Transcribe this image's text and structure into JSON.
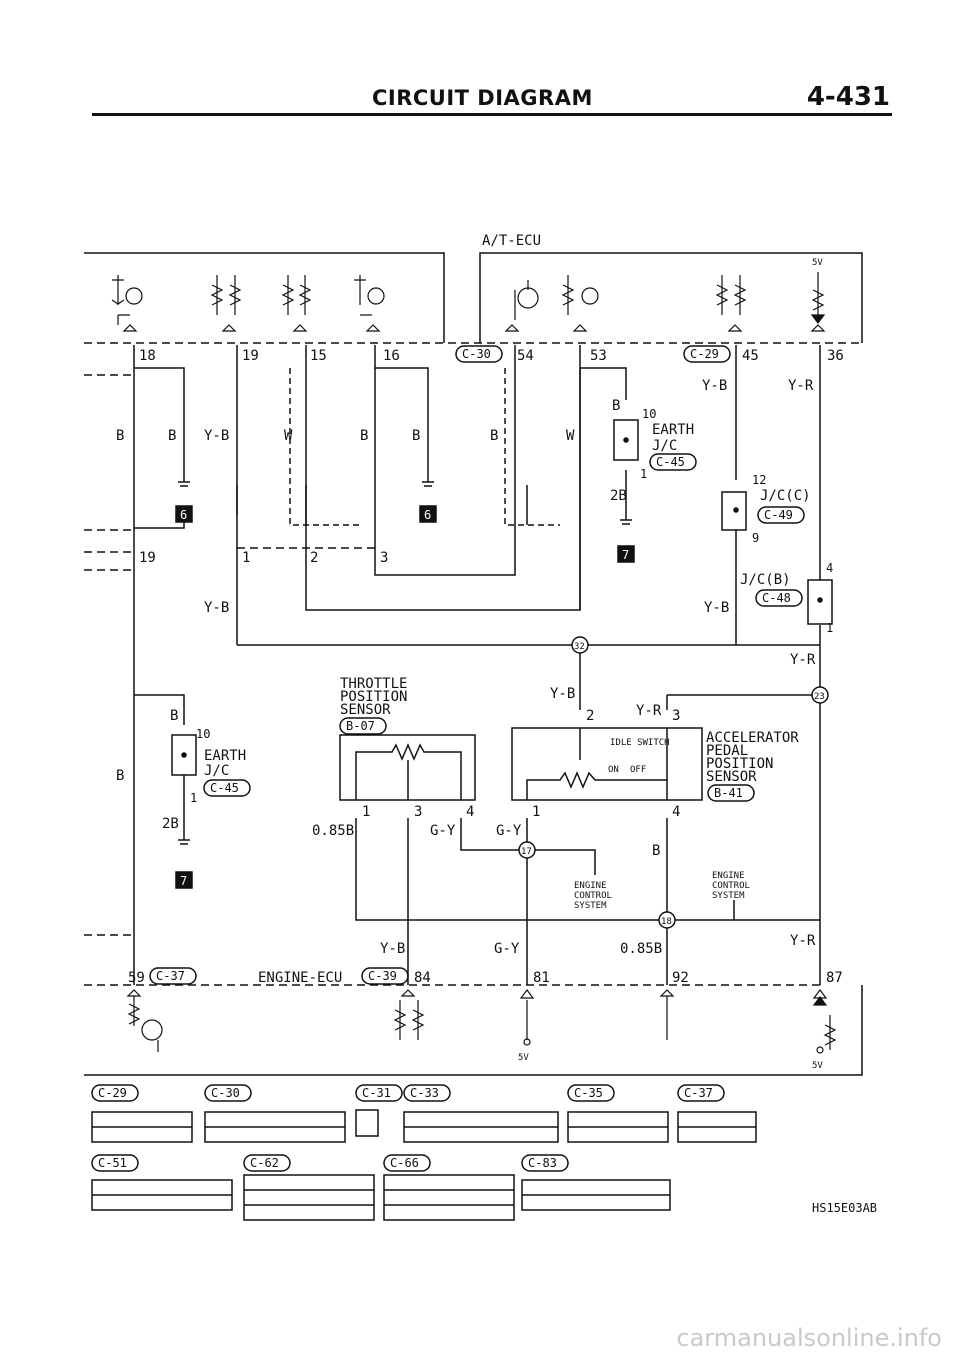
{
  "header": {
    "title": "CIRCUIT DIAGRAM",
    "page_number": "4-431"
  },
  "ecu": {
    "at_ecu": "A/T-ECU",
    "engine_ecu": "ENGINE-ECU",
    "at_connectors": [
      "C-30",
      "C-29"
    ],
    "engine_connectors": [
      "C-37",
      "C-39"
    ]
  },
  "terminals": {
    "at_top": [
      "18",
      "19",
      "15",
      "16",
      "54",
      "53",
      "45",
      "36"
    ],
    "at_bottom": [
      "19",
      "1",
      "2",
      "3"
    ],
    "engine": [
      "59",
      "84",
      "81",
      "92",
      "87"
    ]
  },
  "wires": {
    "B": "B",
    "YB": "Y-B",
    "W": "W",
    "YR": "Y-R",
    "B2": "2B",
    "GY": "G-Y",
    "B085": "0.85B"
  },
  "joints": {
    "jc": "J/C",
    "jcC": "J/C(C)",
    "jcB": "J/C(B)",
    "earth_jc": "EARTH",
    "c45": "C-45",
    "c49": "C-49",
    "c48": "C-48",
    "n10": "10",
    "n1": "1",
    "n12": "12",
    "n9": "9",
    "n4": "4",
    "junctions": [
      "32",
      "23",
      "17",
      "18"
    ],
    "grounds": [
      "6",
      "7"
    ]
  },
  "tps": {
    "name": [
      "THROTTLE",
      "POSITION",
      "SENSOR"
    ],
    "connector": "B-07",
    "pins": [
      "1",
      "3",
      "4"
    ]
  },
  "apps": {
    "name": [
      "ACCELERATOR",
      "PEDAL",
      "POSITION",
      "SENSOR"
    ],
    "connector": "B-41",
    "pins": [
      "2",
      "3",
      "1",
      "4"
    ],
    "switch": "IDLE SWITCH",
    "on": "ON",
    "off": "OFF"
  },
  "ecs": {
    "line1": "ENGINE",
    "line2": "CONTROL",
    "line3": "SYSTEM"
  },
  "supply": "5V",
  "connector_list": {
    "row1": [
      "C-29",
      "C-30",
      "C-31",
      "C-33",
      "C-35",
      "C-37"
    ],
    "row2": [
      "C-51",
      "C-62",
      "C-66",
      "C-83"
    ]
  },
  "code": "HS15E03AB",
  "watermark": "carmanualsonline.info"
}
